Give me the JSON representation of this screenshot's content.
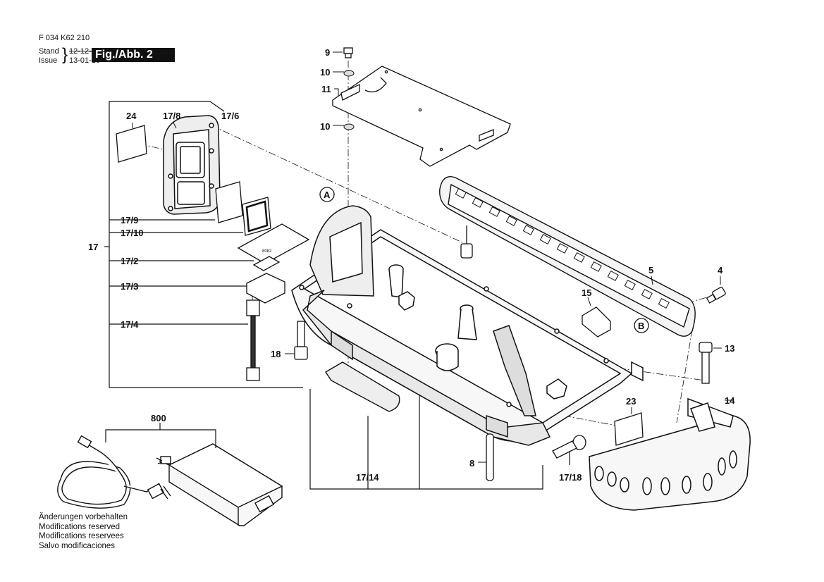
{
  "header": {
    "doc_number": "F 034 K62 210",
    "stand_label": "Stand",
    "issue_label": "Issue",
    "stand_date": "12-12-17",
    "issue_date": "13-01-16",
    "figure": "Fig./Abb. 2"
  },
  "parts": {
    "p4": "4",
    "p5": "5",
    "p8": "8",
    "p9": "9",
    "p10a": "10",
    "p10b": "10",
    "p11": "11",
    "p13": "13",
    "p14": "14",
    "p15": "15",
    "p17": "17",
    "p17_2": "17/2",
    "p17_3": "17/3",
    "p17_4": "17/4",
    "p17_6": "17/6",
    "p17_8": "17/8",
    "p17_9": "17/9",
    "p17_10": "17/10",
    "p17_14": "17/14",
    "p17_18": "17/18",
    "p18": "18",
    "p23": "23",
    "p24": "24",
    "p800": "800"
  },
  "callouts": {
    "a": "A",
    "b": "B"
  },
  "pcb_text": "8082",
  "notes": [
    "Änderungen vorbehalten",
    "Modifications reserved",
    "Modifications reservees",
    "Salvo modificaciones"
  ]
}
